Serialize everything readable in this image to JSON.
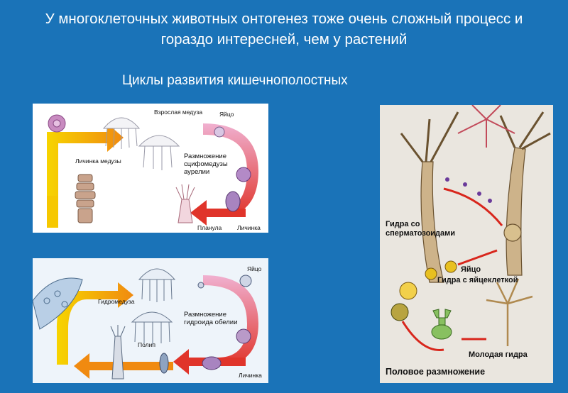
{
  "title": "У многоклеточных животных онтогенез тоже очень сложный процесс и гораздо интересней, чем у растений",
  "subtitle": "Циклы развития кишечнополостных",
  "scyphozoa_panel": {
    "adult_medusa": "Взрослая медуза",
    "egg": "Яйцо",
    "medusa_larva": "Личинка медузы",
    "center_text": "Размножение сцифомедузы аурелии",
    "planula": "Планула",
    "larva": "Личинка"
  },
  "obelia_panel": {
    "hydromedusa": "Гидромедуза",
    "egg": "Яйцо",
    "center_text": "Размножение гидроида обелии",
    "polyp": "Полип",
    "larva": "Личинка"
  },
  "hydra_panel": {
    "hydra_sperm": "Гидра со сперматозоидами",
    "egg": "Яйцо",
    "hydra_egg_cell": "Гидра с яйцеклеткой",
    "young_hydra": "Молодая гидра",
    "sexual_reproduction": "Половое размножение"
  },
  "colors": {
    "background": "#1a73b8",
    "arrow_yellow": "#f5c400",
    "arrow_orange": "#f08a10",
    "arrow_pink": "#e85aa0",
    "arrow_red": "#e0342a",
    "hydra_arrow": "#d8261c"
  }
}
